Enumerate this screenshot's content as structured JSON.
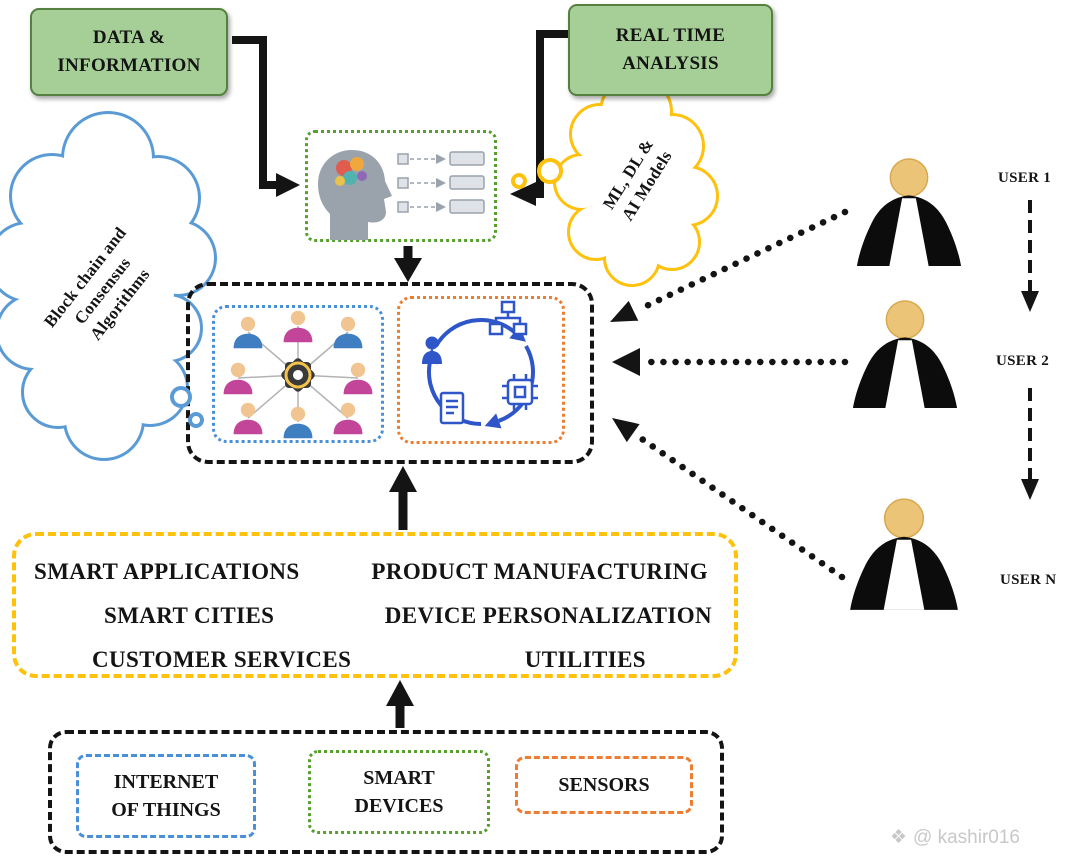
{
  "top_boxes": {
    "data_information": {
      "line1": "DATA &",
      "line2": "INFORMATION"
    },
    "real_time_analysis": {
      "line1": "REAL TIME",
      "line2": "ANALYSIS"
    }
  },
  "clouds": {
    "blockchain": {
      "line1": "Block chain and",
      "line2": "Consensus",
      "line3": "Algorithms"
    },
    "ml_models": {
      "line1": "ML, DL &",
      "line2": "AI Models"
    }
  },
  "applications_box": {
    "rows": [
      {
        "left": "SMART APPLICATIONS",
        "right": "PRODUCT MANUFACTURING"
      },
      {
        "left": "SMART CITIES",
        "right": "DEVICE PERSONALIZATION"
      },
      {
        "left": "CUSTOMER SERVICES",
        "right": "UTILITIES"
      }
    ]
  },
  "devices_box": {
    "iot": {
      "line1": "INTERNET",
      "line2": "OF THINGS"
    },
    "smart_devices": {
      "line1": "SMART",
      "line2": "DEVICES"
    },
    "sensors": {
      "label": "SENSORS"
    }
  },
  "users": [
    {
      "label": "USER 1"
    },
    {
      "label": "USER 2"
    },
    {
      "label": "USER N"
    }
  ],
  "watermark": {
    "logo_glyph": "❖",
    "text": "@ kashir016"
  },
  "icons": {
    "ai_model": "brain-head-icon",
    "consensus": "people-network-gear-icon",
    "automation": "process-cycle-icon",
    "user": "gown-user-icon"
  },
  "colors": {
    "green_box_fill": "#a5cf96",
    "green_box_border": "#55803f",
    "blue_cloud": "#5b9bd5",
    "yellow_cloud": "#fec10d",
    "green_dotted": "#57a02e",
    "blue_dotted": "#4a90d9",
    "orange_dotted": "#ed7d31",
    "black": "#141414",
    "process_blue": "#2e56c9",
    "avatar_blue": "#3f7ec0",
    "avatar_magenta": "#c2459a",
    "skin": "#ecc478"
  }
}
